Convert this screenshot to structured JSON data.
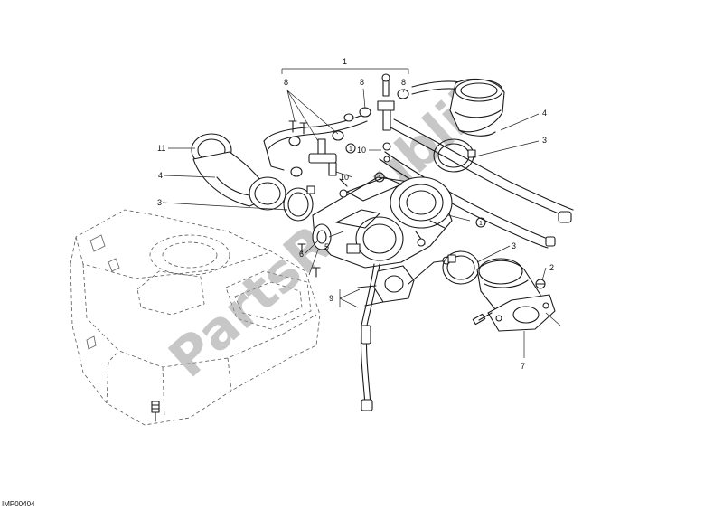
{
  "diagram": {
    "callouts": {
      "c1": "1",
      "c2": "2",
      "c3a": "3",
      "c3b": "3",
      "c3c": "3",
      "c4a": "4",
      "c4b": "4",
      "c5": "5",
      "c6": "6",
      "c7": "7",
      "c8a": "8",
      "c8b": "8",
      "c8c": "8",
      "c9": "9",
      "c10a": "10",
      "c10b": "10",
      "c11": "11",
      "c1_circled_a": "1",
      "c1_circled_b": "1",
      "c1_circled_c": "1"
    },
    "watermark": "PartsRepublik",
    "image_code": "IMP00404"
  },
  "colors": {
    "line": "#1a1a1a",
    "ghost_line": "#5a5a5a",
    "watermark": "#9a9a9a",
    "background": "#ffffff"
  }
}
